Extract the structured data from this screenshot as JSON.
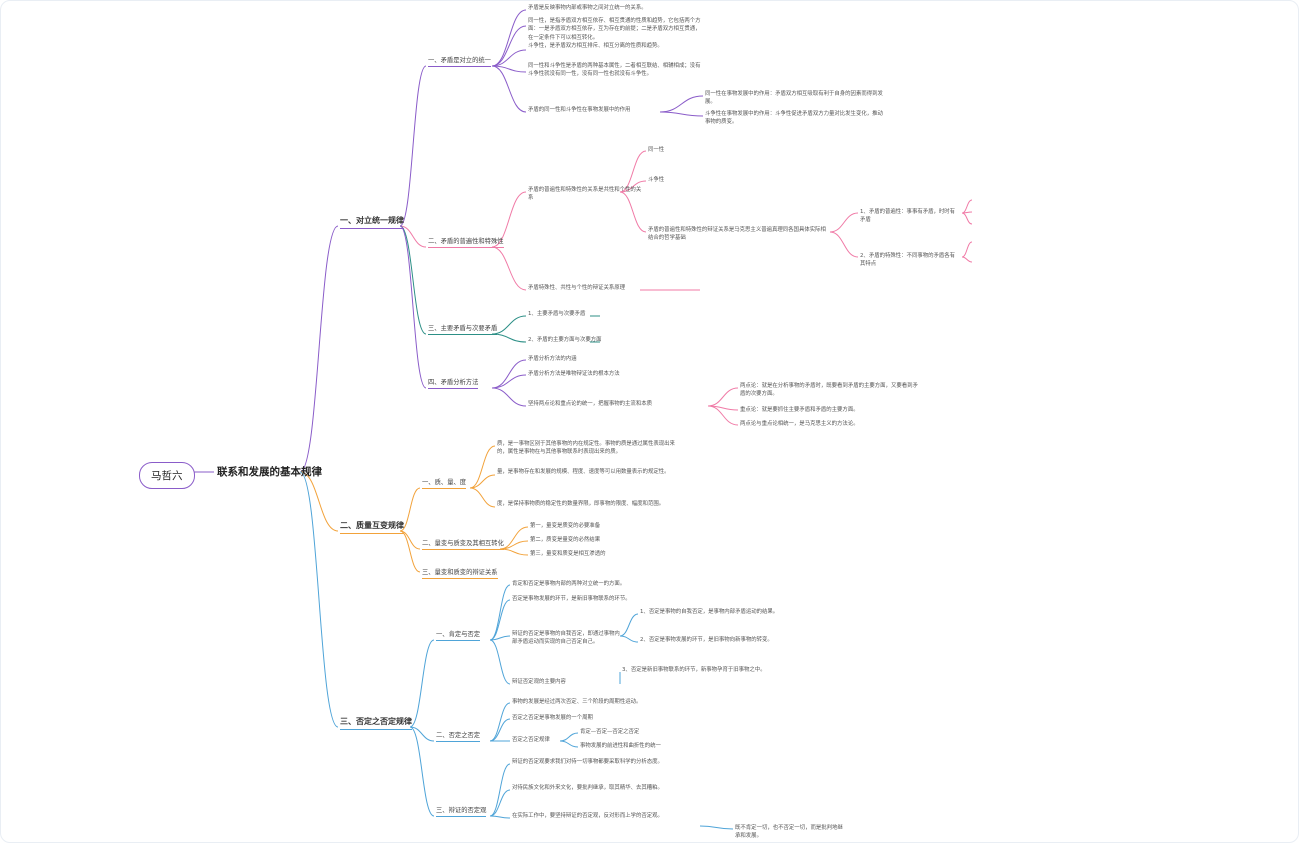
{
  "root": "马哲六",
  "main": "联系和发展的基本规律",
  "colors": {
    "purple": "#8a5cc9",
    "teal": "#2c8f86",
    "pink": "#f07aa6",
    "orange": "#f2a23a",
    "blue": "#4fa4d8"
  },
  "sections": [
    {
      "title": "一、对立统一规律",
      "color": "purple",
      "children": [
        {
          "title": "一、矛盾是对立的统一",
          "leaves": [
            "矛盾是反映事物内部或事物之间对立统一的关系。",
            "同一性，是指矛盾双方相互依存、相互贯通的性质和趋势，它包括两个方面：一是矛盾双方相互依存，互为存在的前提；二是矛盾双方相互贯通，在一定条件下可以相互转化。",
            "斗争性，是矛盾双方相互排斥、相互分离的性质和趋势。",
            "同一性和斗争性是矛盾的两种基本属性，二者相互联结、相辅相成；没有斗争性就没有同一性，没有同一性也就没有斗争性。",
            "矛盾的同一性和斗争性在事物发展中的作用"
          ],
          "sub": [
            "同一性在事物发展中的作用：矛盾双方相互吸取有利于自身的因素而得到发展。",
            "斗争性在事物发展中的作用：斗争性促进矛盾双方力量对比发生变化，推动事物的质变。"
          ]
        },
        {
          "title": "二、矛盾的普遍性和特殊性",
          "leaves": [
            "矛盾的普遍性和特殊性的关系是共性和个性的关系",
            "矛盾特殊性、共性与个性的辩证关系原理"
          ],
          "sub": [
            "同一性",
            "斗争性",
            "矛盾的普遍性和特殊性的辩证关系是马克思主义普遍真理同各国具体实际相结合的哲学基础"
          ],
          "deep": [
            "1、矛盾的普遍性：事事有矛盾，时时有矛盾",
            "2、矛盾的特殊性：不同事物的矛盾各有其特点"
          ]
        },
        {
          "title": "三、主要矛盾与次要矛盾",
          "leaves": [
            "1、主要矛盾与次要矛盾",
            "2、矛盾的主要方面与次要方面"
          ]
        },
        {
          "title": "四、矛盾分析方法",
          "leaves": [
            "矛盾分析方法的内涵",
            "矛盾分析方法是唯物辩证法的根本方法",
            "坚持两点论和重点论的统一，把握事物的主流和本质"
          ],
          "sub": [
            "两点论：就是在分析事物的矛盾时，既要看到矛盾的主要方面，又要看到矛盾的次要方面。",
            "重点论：就是要抓住主要矛盾和矛盾的主要方面。",
            "两点论与重点论相统一，是马克思主义的方法论。"
          ]
        }
      ]
    },
    {
      "title": "二、质量互变规律",
      "color": "orange",
      "children": [
        {
          "title": "一、质、量、度",
          "leaves": [
            "质，是一事物区别于其他事物的内在规定性。事物的质是通过属性表现出来的，属性是事物在与其他事物联系时表现出来的质。",
            "量，是事物存在和发展的规模、程度、速度等可以用数量表示的规定性。",
            "度，是保持事物质的稳定性的数量界限，即事物的限度、幅度和范围。"
          ]
        },
        {
          "title": "二、量变与质变及其相互转化",
          "leaves": [
            "第一，量变是质变的必要准备",
            "第二，质变是量变的必然结果",
            "第三，量变和质变是相互渗透的"
          ]
        },
        {
          "title": "三、量变和质变的辩证关系",
          "leaves": []
        }
      ]
    },
    {
      "title": "三、否定之否定规律",
      "color": "blue",
      "children": [
        {
          "title": "一、肯定与否定",
          "leaves": [
            "肯定和否定是事物内部的两种对立统一的方面。",
            "否定是事物发展的环节，是新旧事物联系的环节。",
            "辩证的否定是事物的自我否定，即通过事物内部矛盾运动而实现的自己否定自己。",
            "辩证否定观的主要内容"
          ],
          "sub": [
            "1、否定是事物的自我否定，是事物内部矛盾运动的结果。",
            "2、否定是事物发展的环节，是旧事物向新事物的转变。",
            "3、否定是新旧事物联系的环节，新事物孕育于旧事物之中。"
          ]
        },
        {
          "title": "二、否定之否定",
          "leaves": [
            "事物的发展是经过两次否定、三个阶段的周期性运动。",
            "否定之否定是事物发展的一个周期",
            "否定之否定规律"
          ],
          "sub": [
            "肯定—否定—否定之否定",
            "事物发展的前进性和曲折性的统一"
          ]
        },
        {
          "title": "三、辩证的否定观",
          "leaves": [
            "辩证的否定观要求我们对待一切事物都要采取科学的分析态度。",
            "对待民族文化和外来文化，要批判继承，取其精华、去其糟粕。",
            "在实际工作中，要坚持辩证的否定观，反对形而上学的否定观。"
          ],
          "sub": [
            "既不肯定一切，也不否定一切，而是批判地继承和发展。"
          ]
        }
      ]
    }
  ]
}
